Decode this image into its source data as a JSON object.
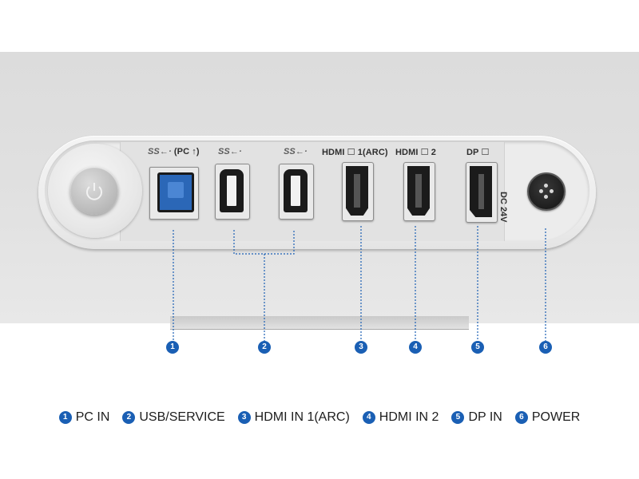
{
  "port_labels": {
    "usb_b": {
      "ss": "SS←·",
      "text": "(PC ↑)"
    },
    "usb_a1": {
      "ss": "SS←·"
    },
    "usb_a2": {
      "ss": "SS←·"
    },
    "hdmi1": "HDMI ☐ 1(ARC)",
    "hdmi2": "HDMI ☐ 2",
    "dp": "DP ☐",
    "dc": "DC 24V"
  },
  "callouts": [
    "1",
    "2",
    "3",
    "4",
    "5",
    "6"
  ],
  "legend": [
    {
      "num": "1",
      "label": "PC IN"
    },
    {
      "num": "2",
      "label": "USB/SERVICE"
    },
    {
      "num": "3",
      "label": "HDMI IN 1(ARC)"
    },
    {
      "num": "4",
      "label": "HDMI IN 2"
    },
    {
      "num": "5",
      "label": "DP IN"
    },
    {
      "num": "6",
      "label": "POWER"
    }
  ],
  "colors": {
    "accent": "#1a5fb4",
    "usb_port": "#2b67b7"
  }
}
